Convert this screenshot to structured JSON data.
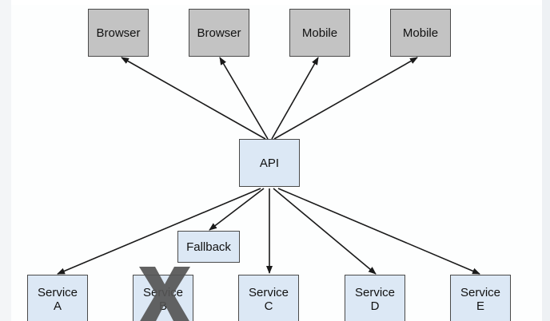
{
  "clients": [
    {
      "label": "Browser"
    },
    {
      "label": "Browser"
    },
    {
      "label": "Mobile"
    },
    {
      "label": "Mobile"
    }
  ],
  "gateway": {
    "label": "API"
  },
  "fallback": {
    "label": "Fallback"
  },
  "services": [
    {
      "label": "Service\nA"
    },
    {
      "label": "Service\nB",
      "failed": true
    },
    {
      "label": "Service\nC"
    },
    {
      "label": "Service\nD"
    },
    {
      "label": "Service\nE"
    }
  ],
  "colors": {
    "client_fill": "#c3c3c3",
    "api_fill": "#dce8f5",
    "border": "#4a4a4a",
    "arrow": "#1a1a1a",
    "failed_mark": "#555555"
  },
  "icons": {
    "failed_mark": "x-mark-icon"
  }
}
